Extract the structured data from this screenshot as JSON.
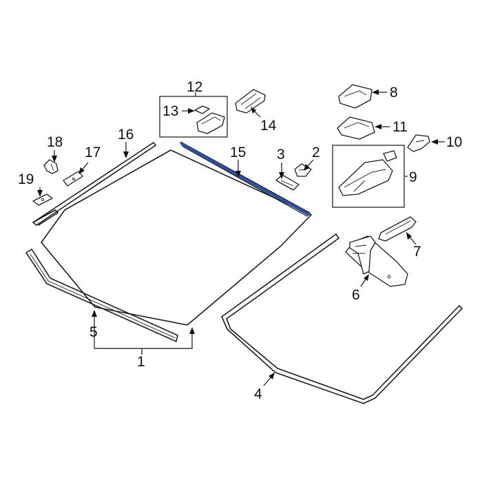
{
  "highlight_color": "#2f4f9e",
  "callouts": [
    {
      "id": "1",
      "label": "1"
    },
    {
      "id": "2",
      "label": "2"
    },
    {
      "id": "3",
      "label": "3"
    },
    {
      "id": "4",
      "label": "4"
    },
    {
      "id": "5",
      "label": "5"
    },
    {
      "id": "6",
      "label": "6"
    },
    {
      "id": "7",
      "label": "7"
    },
    {
      "id": "8",
      "label": "8"
    },
    {
      "id": "9",
      "label": "9"
    },
    {
      "id": "10",
      "label": "10"
    },
    {
      "id": "11",
      "label": "11"
    },
    {
      "id": "12",
      "label": "12"
    },
    {
      "id": "13",
      "label": "13"
    },
    {
      "id": "14",
      "label": "14"
    },
    {
      "id": "15",
      "label": "15"
    },
    {
      "id": "16",
      "label": "16"
    },
    {
      "id": "17",
      "label": "17"
    },
    {
      "id": "18",
      "label": "18"
    },
    {
      "id": "19",
      "label": "19"
    }
  ]
}
